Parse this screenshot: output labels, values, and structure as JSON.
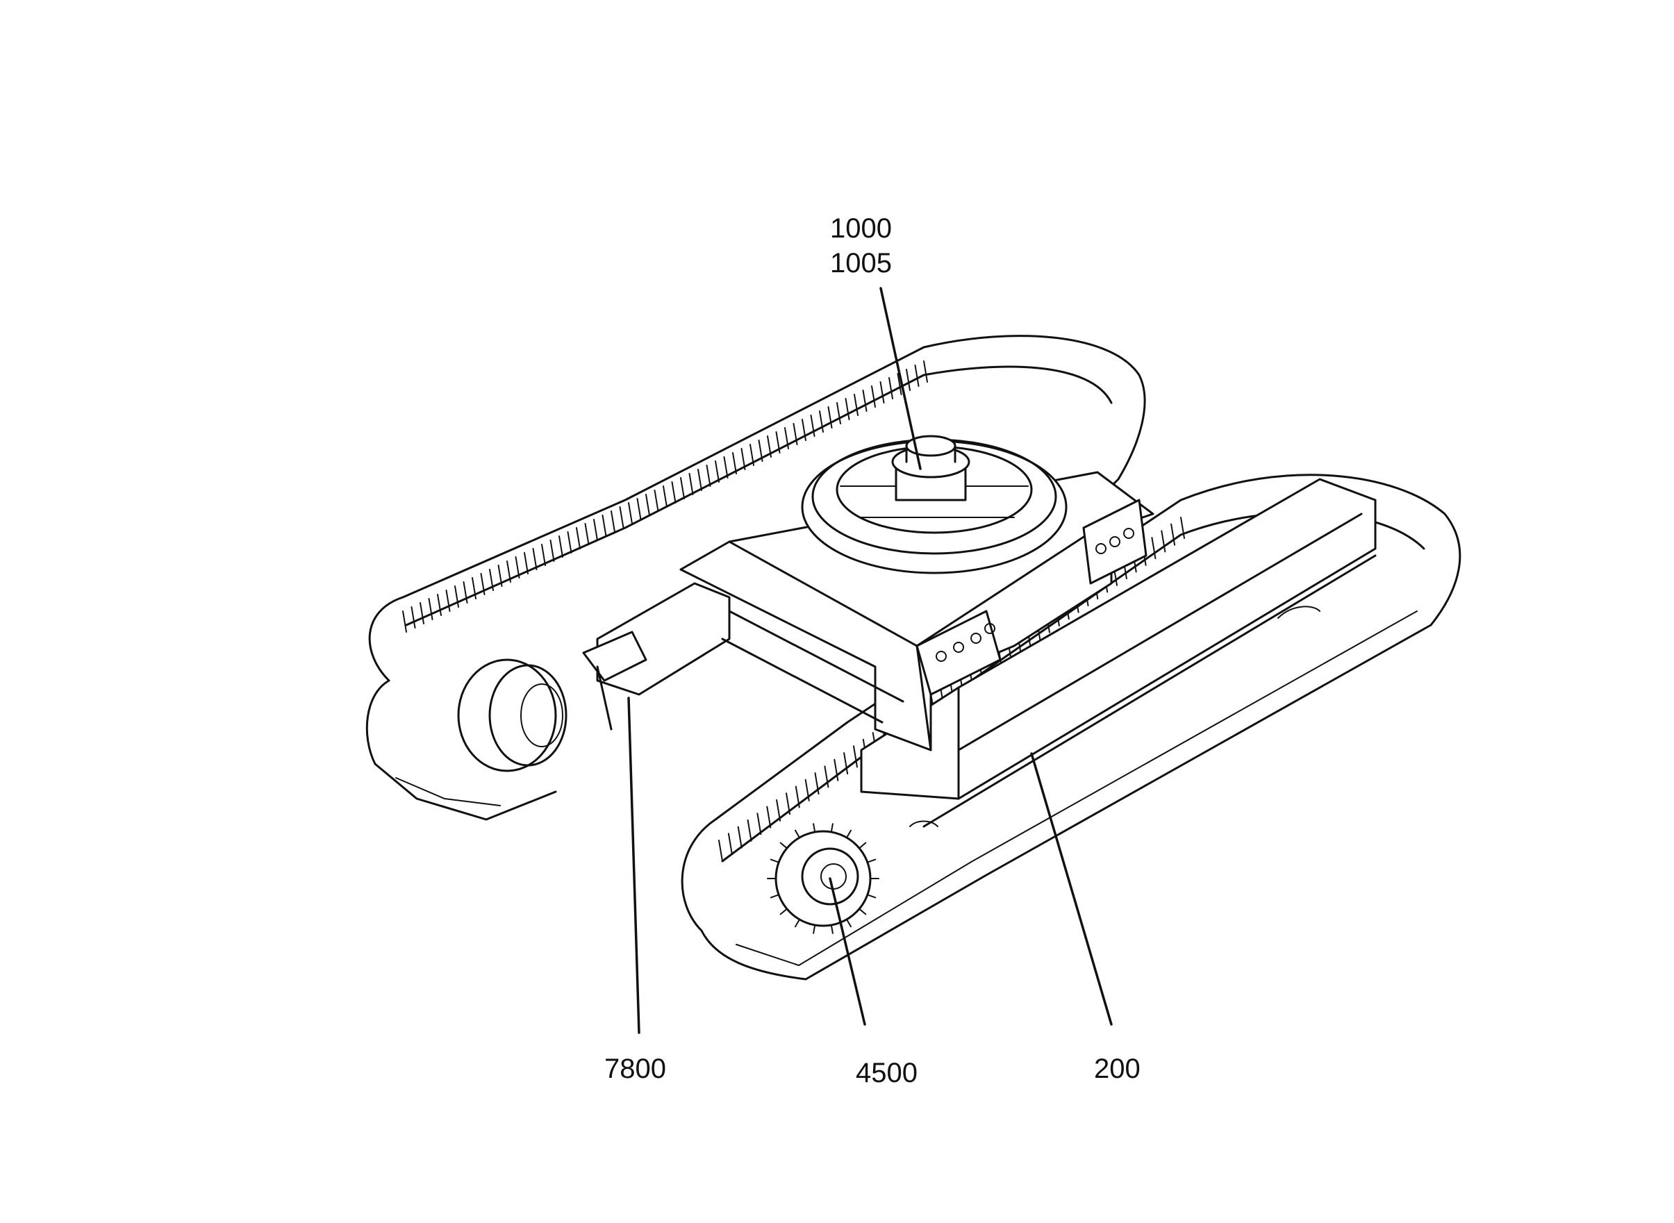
{
  "figure": {
    "callouts": {
      "turntable_a": "1000",
      "turntable_b": "1005",
      "axle": "7800",
      "drive_sprocket": "4500",
      "carbody": "200"
    }
  },
  "colors": {
    "ink": "#111111",
    "paper": "#ffffff"
  }
}
